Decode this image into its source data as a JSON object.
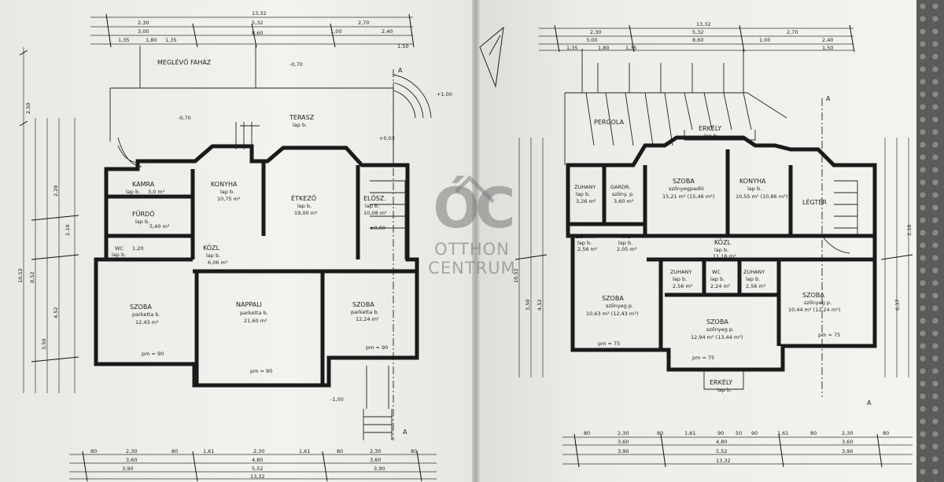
{
  "ground_floor": {
    "label_existing_wooden_house": "MEGLÉVŐ FAHÁZ",
    "rooms": [
      {
        "name": "TERASZ",
        "floor": "lap b."
      },
      {
        "name": "KAMRA",
        "floor": "lap b.",
        "area": "3,0 m²"
      },
      {
        "name": "KONYHA",
        "floor": "lap b.",
        "area": "10,75 m²"
      },
      {
        "name": "ÉTKEZŐ",
        "floor": "lap b.",
        "area": "19,00 m²"
      },
      {
        "name": "ELŐSZ.",
        "floor": "lap b.",
        "area": "10,08 m²"
      },
      {
        "name": "FÜRDŐ",
        "floor": "lap b.",
        "area": "5,40 m²"
      },
      {
        "name": "WC",
        "floor": "lap b.",
        "area": "1,20"
      },
      {
        "name": "KÖZL",
        "floor": "lap b.",
        "area": "6,06 m²"
      },
      {
        "name": "SZOBA",
        "floor": "parketta b.",
        "area": "12,43 m²"
      },
      {
        "name": "NAPPALI",
        "floor": "parketta b.",
        "area": "21,60 m²"
      },
      {
        "name": "SZOBA",
        "floor": "parketta b.",
        "area": "12,24 m²"
      }
    ],
    "top_dims": [
      "13,32",
      "2,30",
      "3,00",
      "5,32",
      "1,00",
      "2,70",
      "2,40",
      "8,60",
      "1,35",
      "1,80",
      "1,35",
      "1,50"
    ],
    "bottom_dims": [
      "80",
      "2,30",
      "80",
      "1,61",
      "2,30",
      "1,61",
      "80",
      "2,30",
      "80",
      "3,60",
      "4,80",
      "3,60",
      "3,90",
      "5,52",
      "3,90",
      "13,32"
    ],
    "left_dims": [
      "2,50",
      "10,52",
      "8,52",
      "4,52",
      "3,50",
      "2,10",
      "2,20"
    ],
    "levels": [
      "-0,70",
      "±0,00",
      "-0,70",
      "+0,03",
      "-1,00",
      "+1,00"
    ],
    "section_marker": "A",
    "parapet": [
      "pm = 90",
      "pm = 90",
      "pm = 90"
    ]
  },
  "upper_floor": {
    "rooms": [
      {
        "name": "PERGOLA",
        "floor": ""
      },
      {
        "name": "ERKÉLY",
        "floor": "lap b."
      },
      {
        "name": "ZUHANY",
        "floor": "lap b.",
        "area": "3,26 m²"
      },
      {
        "name": "GARDR.",
        "floor": "szőny. p.",
        "area": "3,60 m²"
      },
      {
        "name": "SZOBA",
        "floor": "szőnyegpadló",
        "area": "15,21 m² (15,46 m²)"
      },
      {
        "name": "KONYHA",
        "floor": "lap b.",
        "area": "10,55 m² (10,86 m²)"
      },
      {
        "name": "LÉGTÉR",
        "floor": ""
      },
      {
        "name": "ZUHANY",
        "floor": "lap b.",
        "area": "2,56 m²"
      },
      {
        "name": "WC",
        "floor": "lap b.",
        "area": "2,05 m²"
      },
      {
        "name": "KÖZL",
        "floor": "lap b.",
        "area": "11,16 m²"
      },
      {
        "name": "ZUHANY",
        "floor": "lap b.",
        "area": "2,56 m²"
      },
      {
        "name": "WC",
        "floor": "lap b.",
        "area": "2,24 m²"
      },
      {
        "name": "ZUHANY",
        "floor": "lap b.",
        "area": "2,56 m²"
      },
      {
        "name": "SZOBA",
        "floor": "szőnyeg p.",
        "area": "10,63 m² (12,43 m²)"
      },
      {
        "name": "SZOBA",
        "floor": "szőnyeg p.",
        "area": "12,94 m² (13,44 m²)"
      },
      {
        "name": "SZOBA",
        "floor": "szőnyeg p.",
        "area": "10,44 m² (12,24 m²)"
      },
      {
        "name": "ERKÉLY",
        "floor": "lap b."
      }
    ],
    "top_dims": [
      "13,32",
      "2,30",
      "3,00",
      "5,32",
      "1,00",
      "2,70",
      "2,40",
      "8,60",
      "1,35",
      "1,80",
      "1,35",
      "1,50"
    ],
    "bottom_dims": [
      "80",
      "2,30",
      "80",
      "1,61",
      "90",
      "50",
      "90",
      "1,61",
      "80",
      "2,30",
      "80",
      "3,60",
      "4,80",
      "3,60",
      "3,90",
      "5,52",
      "3,90",
      "13,32"
    ],
    "right_dims": [
      "10,52",
      "4,52",
      "3,50",
      "6,37",
      "2,10"
    ],
    "parapet": [
      "pm = 75",
      "pm = 75",
      "pm = 75"
    ],
    "section_marker": "A"
  },
  "watermark": {
    "logo": "ÓC",
    "line1": "OTTHON",
    "line2": "CENTRUM"
  },
  "colors": {
    "paper": "#eeeeea",
    "ink": "#1a1a1a",
    "background": "#6b6a68"
  }
}
